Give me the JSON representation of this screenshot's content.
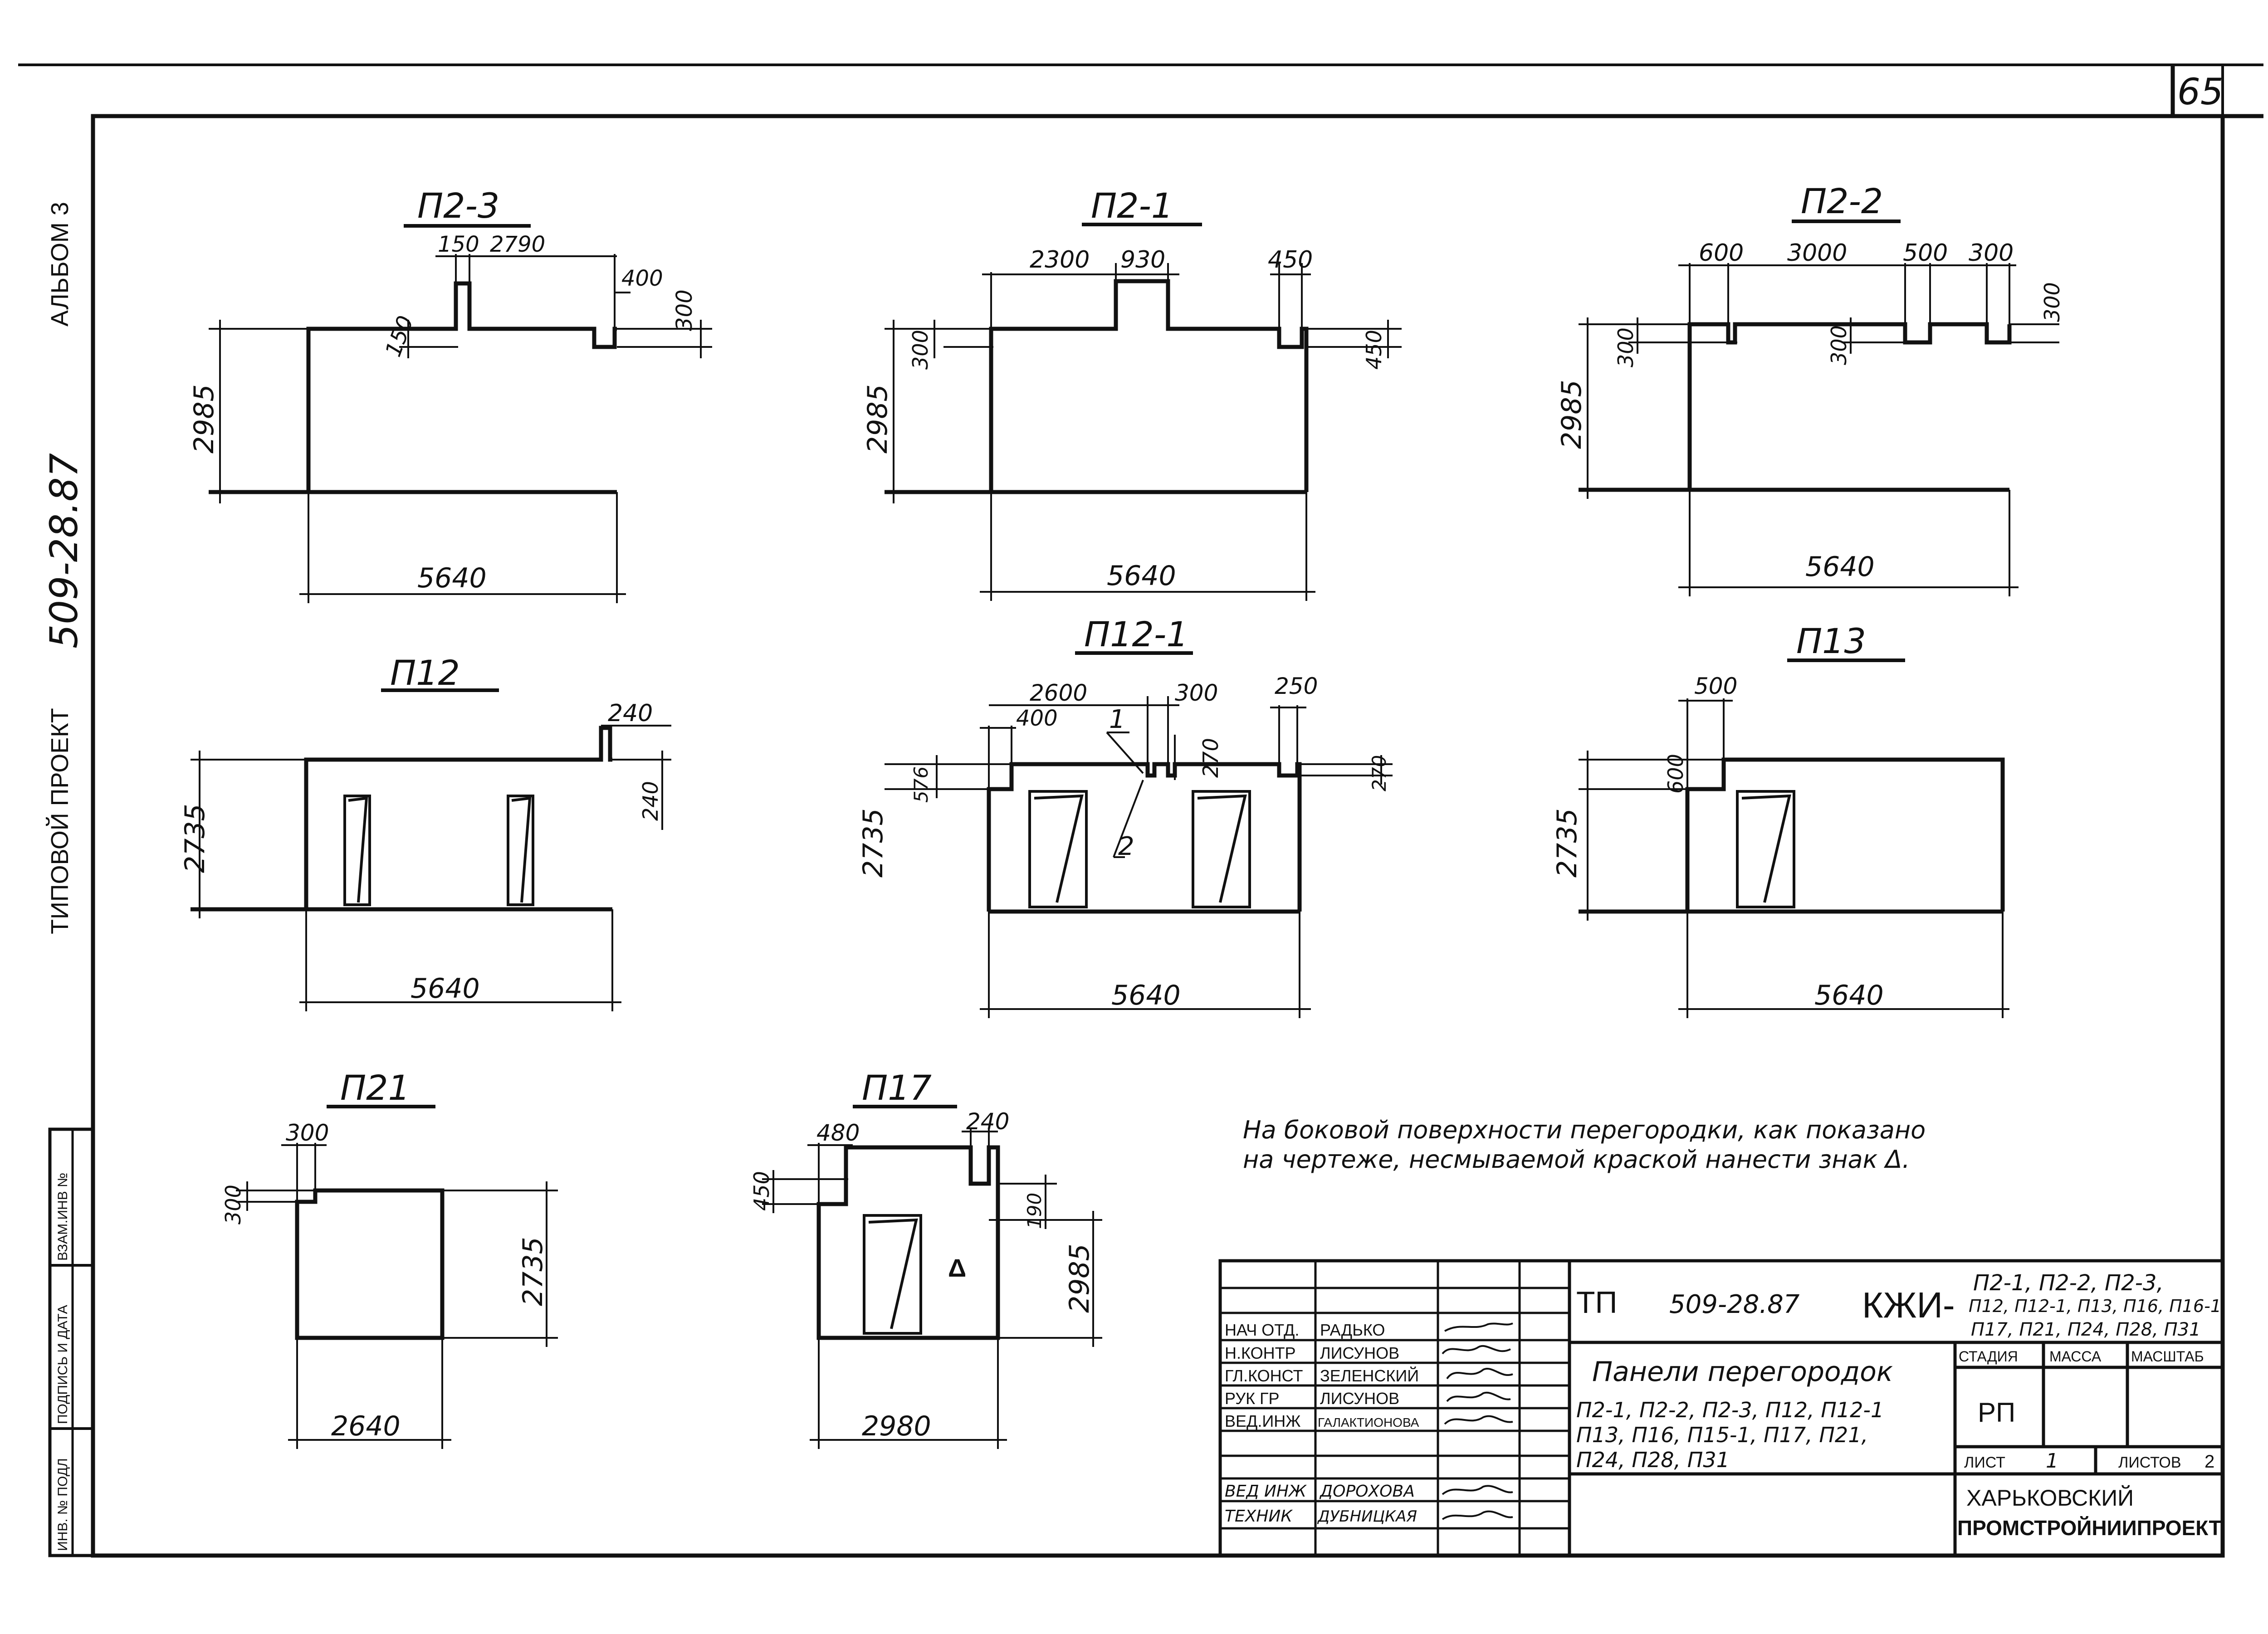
{
  "sheet": {
    "sheet_number": "65",
    "album": "АЛЬБОМ 3",
    "project_code": "509-28.87",
    "project_type": "ТИПОВОЙ ПРОЕКТ"
  },
  "left_stamp": [
    "ВЗАМ.ИНВ №",
    "ПОДПИСЬ И ДАТА",
    "ИНВ. № ПОДЛ"
  ],
  "panels": [
    {
      "id": "p2-3",
      "title": "П2-3",
      "dims": [
        "150",
        "2790",
        "400",
        "300",
        "150",
        "2985",
        "5640"
      ]
    },
    {
      "id": "p2-1",
      "title": "П2-1",
      "dims": [
        "2300",
        "930",
        "450",
        "300",
        "450",
        "2985",
        "5640"
      ]
    },
    {
      "id": "p2-2",
      "title": "П2-2",
      "dims": [
        "600",
        "3000",
        "500",
        "300",
        "300",
        "300",
        "300",
        "2985",
        "5640"
      ]
    },
    {
      "id": "p12",
      "title": "П12",
      "dims": [
        "240",
        "240",
        "2735",
        "5640"
      ]
    },
    {
      "id": "p12-1",
      "title": "П12-1",
      "dims": [
        "2600",
        "300",
        "250",
        "400",
        "270",
        "576",
        "270",
        "2735",
        "5640"
      ],
      "callouts": [
        "1",
        "2"
      ]
    },
    {
      "id": "p13",
      "title": "П13",
      "dims": [
        "500",
        "600",
        "2735",
        "5640"
      ]
    },
    {
      "id": "p21",
      "title": "П21",
      "dims": [
        "300",
        "300",
        "2735",
        "2640"
      ]
    },
    {
      "id": "p17",
      "title": "П17",
      "dims": [
        "480",
        "240",
        "450",
        "190",
        "2985",
        "2980"
      ],
      "mark": "Δ"
    }
  ],
  "note": {
    "line1": "На боковой поверхности перегородки, как показано",
    "line2": "на чертеже, несмываемой краской нанести знак Δ."
  },
  "title_block": {
    "tp": "ТП",
    "code": "509-28.87",
    "doc": "КЖИ-",
    "doc_panels": [
      "П2-1, П2-2, П2-3,",
      "П12, П12-1, П13, П16, П16-1,",
      "П17, П21, П24, П28, П31"
    ],
    "roles": [
      {
        "role": "НАЧ ОТД.",
        "name": "РАДЬКО"
      },
      {
        "role": "Н.КОНТР",
        "name": "ЛИСУНОВ"
      },
      {
        "role": "ГЛ.КОНСТ",
        "name": "ЗЕЛЕНСКИЙ"
      },
      {
        "role": "РУК ГР",
        "name": "ЛИСУНОВ"
      },
      {
        "role": "ВЕД.ИНЖ",
        "name": "ГАЛАКТИОНОВА"
      },
      {
        "role": "ВЕД ИНЖ",
        "name": "ДОРОХОВА"
      },
      {
        "role": "ТЕХНИК",
        "name": "ДУБНИЦКАЯ"
      }
    ],
    "doc_title": "Панели перегородок",
    "doc_desc": [
      "П2-1, П2-2, П2-3, П12, П12-1",
      "П13, П16, П15-1, П17, П21,",
      "П24, П28, П31"
    ],
    "stage_label": "СТАДИЯ",
    "mass_label": "МАССА",
    "scale_label": "МАСШТАБ",
    "stage": "РП",
    "sheet_label": "ЛИСТ",
    "sheet": "1",
    "sheets_label": "ЛИСТОВ",
    "sheets": "2",
    "org1": "ХАРЬКОВСКИЙ",
    "org2": "ПРОМСТРОЙНИИПРОЕКТ"
  }
}
